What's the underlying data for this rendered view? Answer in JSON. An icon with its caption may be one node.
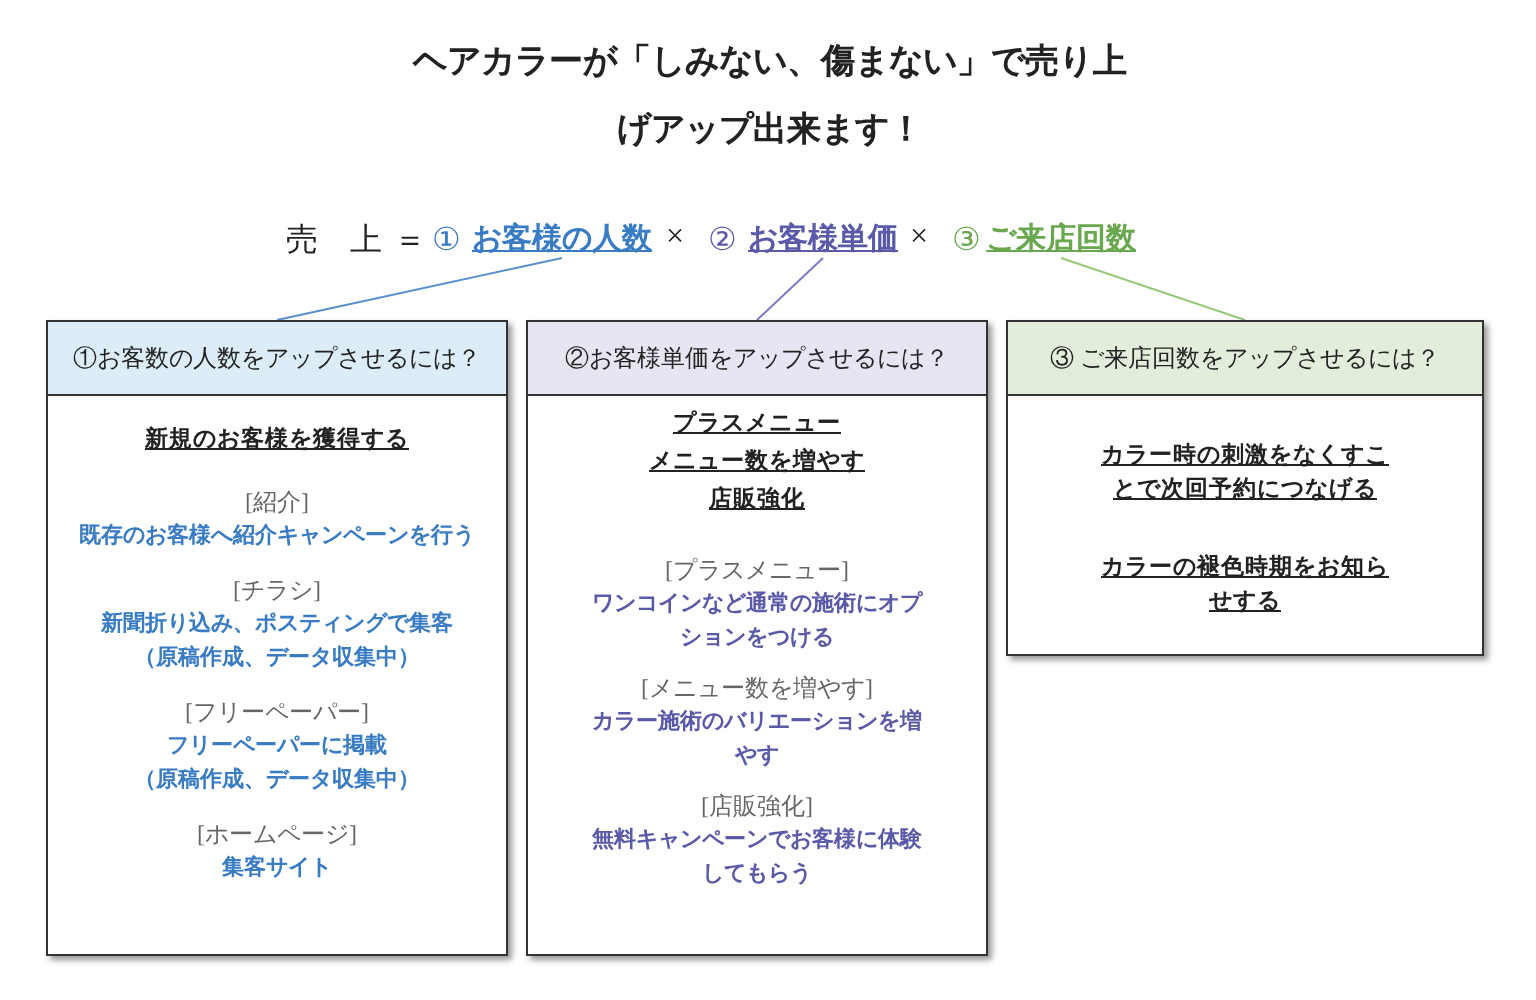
{
  "diagram": {
    "title": "ヘアカラーが「しみない、傷まない」で売り上げアップ出来ます！",
    "nodes": [
      {
        "text": [
          "お客様の人数"
        ]
      },
      {
        "text": [
          "お客様単価"
        ]
      },
      {
        "text": [
          "ご来店回数"
        ]
      },
      {
        "text": [
          "①お客数の人数をアップさせるには？",
          "新規のお客様を獲得する",
          "[紹介]",
          "既存のお客様へ紹介キャンペーンを行う",
          "[チラシ]",
          "新聞折り込み、ポスティングで集客",
          "（原稿作成、データ収集中）",
          "[フリーペーパー]",
          "フリーペーパーに掲載",
          "（原稿作成、データ収集中）",
          "[ホームページ]",
          "集客サイト"
        ]
      },
      {
        "text": [
          "②お客様単価をアップさせるには？",
          "プラスメニュー",
          "メニュー数を増やす",
          "店販強化",
          "[プラスメニュー]",
          "ワンコインなど通常の施術にオプションをつける",
          "[メニュー数を増やす]",
          "カラー施術のバリエーションを増やす",
          "[店販強化]",
          "無料キャンペーンでお客様に体験してもらう"
        ]
      },
      {
        "text": [
          "③ ご来店回数をアップさせるには？",
          "カラー時の刺激をなくすことで次回予約につなげる",
          "カラーの褪色時期をお知らせする"
        ]
      }
    ],
    "edges": [
      {
        "from": 0,
        "to": 3,
        "arrow": "none",
        "color": "#5b8fd0"
      },
      {
        "from": 1,
        "to": 4,
        "arrow": "none",
        "color": "#7b7ac4"
      },
      {
        "from": 2,
        "to": 5,
        "arrow": "none",
        "color": "#94c97a"
      }
    ],
    "labels": [
      "売　上",
      "＝",
      "①",
      "×",
      "②",
      "×",
      "③"
    ]
  }
}
